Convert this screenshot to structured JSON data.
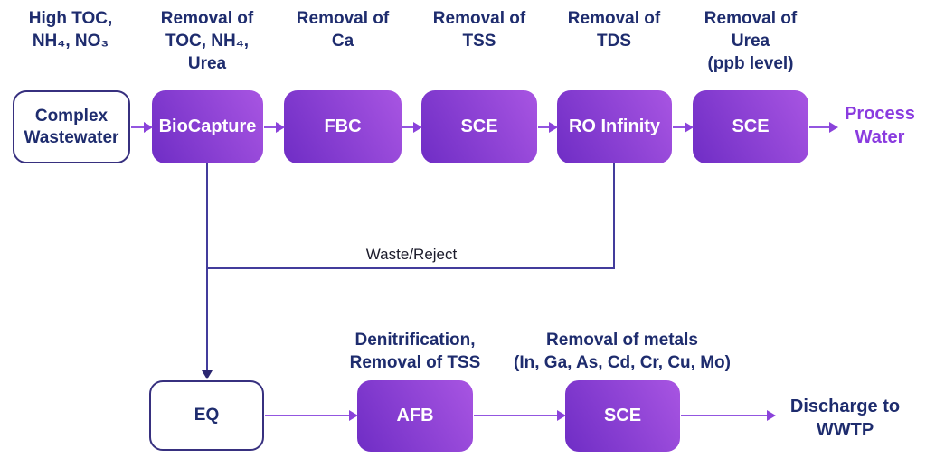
{
  "colors": {
    "stage_gradient_start": "#6F2DC5",
    "stage_gradient_end": "#A855E2",
    "outline_box_border": "#37307F",
    "heading_text": "#1E2C6E",
    "connector_line": "#433C9C",
    "flow_arrow": "#9356E0",
    "process_water_text": "#8A3BDF",
    "waste_label_text": "#1B1B2B",
    "stage_text": "#FFFFFF"
  },
  "top_row": {
    "stages": [
      {
        "id": "complex-wastewater",
        "label": "Complex\nWastewater",
        "note": "High TOC,\nNH₄, NO₃"
      },
      {
        "id": "biocapture",
        "label": "BioCapture",
        "note": "Removal of\nTOC, NH₄,\nUrea"
      },
      {
        "id": "fbc",
        "label": "FBC",
        "note": "Removal of\nCa"
      },
      {
        "id": "sce-1",
        "label": "SCE",
        "note": "Removal of\nTSS"
      },
      {
        "id": "ro-infinity",
        "label": "RO Infinity",
        "note": "Removal of\nTDS"
      },
      {
        "id": "sce-2",
        "label": "SCE",
        "note": "Removal of\nUrea\n(ppb level)"
      }
    ],
    "output_label": "Process\nWater"
  },
  "waste_line": {
    "label": "Waste/Reject"
  },
  "bottom_row": {
    "stages": [
      {
        "id": "eq",
        "label": "EQ",
        "note": ""
      },
      {
        "id": "afb",
        "label": "AFB",
        "note": "Denitrification,\nRemoval of TSS"
      },
      {
        "id": "sce-3",
        "label": "SCE",
        "note": "Removal of metals\n(In, Ga, As, Cd, Cr, Cu, Mo)"
      }
    ],
    "output_label": "Discharge to\nWWTP"
  }
}
